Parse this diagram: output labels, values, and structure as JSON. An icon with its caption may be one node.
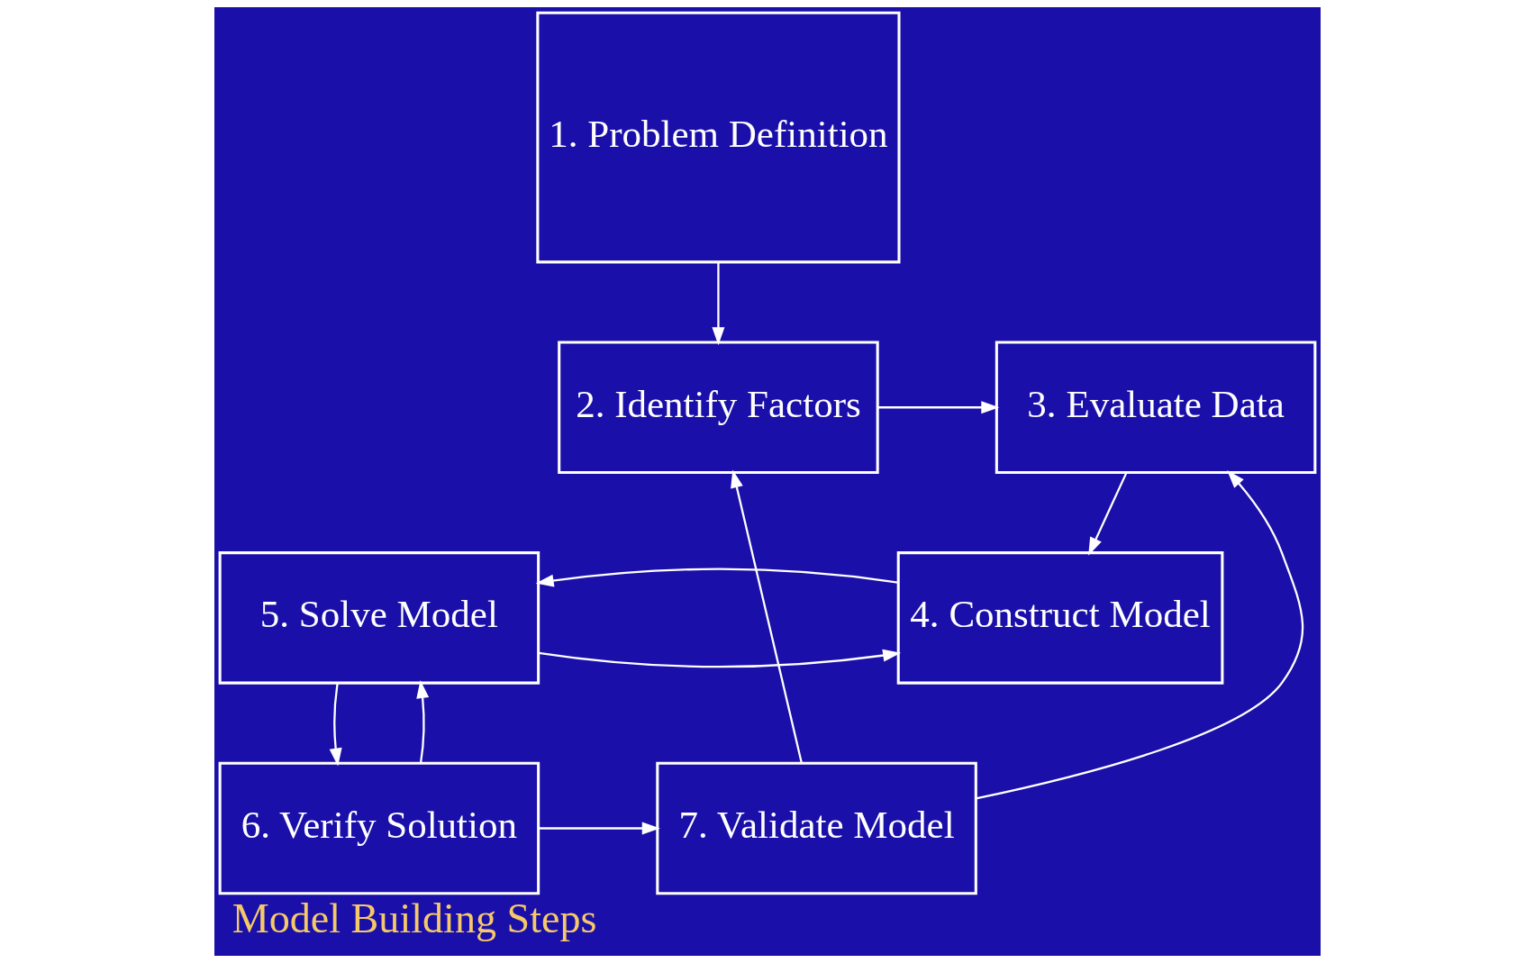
{
  "diagram": {
    "title": "Model Building Steps",
    "nodes": [
      {
        "text": [
          "1. Problem Definition"
        ]
      },
      {
        "text": [
          "2. Identify Factors"
        ]
      },
      {
        "text": [
          "3. Evaluate Data"
        ]
      },
      {
        "text": [
          "4. Construct Model"
        ]
      },
      {
        "text": [
          "5. Solve Model"
        ]
      },
      {
        "text": [
          "6. Verify Solution"
        ]
      },
      {
        "text": [
          "7. Validate Model"
        ]
      }
    ],
    "edges": [
      {
        "from": 0,
        "to": 1,
        "arrow": "to"
      },
      {
        "from": 1,
        "to": 2,
        "arrow": "to"
      },
      {
        "from": 2,
        "to": 3,
        "arrow": "to"
      },
      {
        "from": 4,
        "to": 3,
        "arrow": "to"
      },
      {
        "from": 3,
        "to": 4,
        "arrow": "to"
      },
      {
        "from": 4,
        "to": 5,
        "arrow": "to"
      },
      {
        "from": 5,
        "to": 4,
        "arrow": "to"
      },
      {
        "from": 5,
        "to": 6,
        "arrow": "to"
      },
      {
        "from": 6,
        "to": 1,
        "arrow": "to"
      },
      {
        "from": 6,
        "to": 2,
        "arrow": "to"
      }
    ]
  }
}
